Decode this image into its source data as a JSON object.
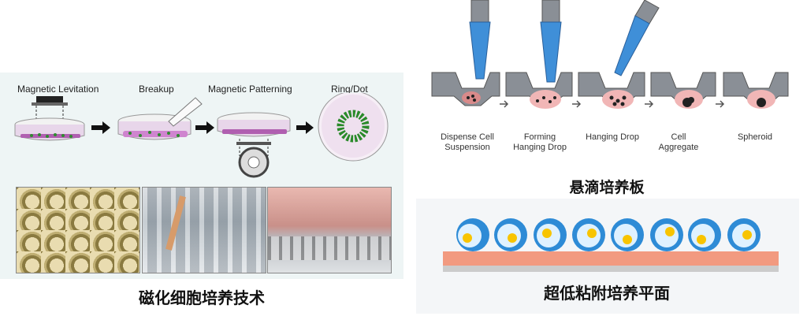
{
  "magnetic": {
    "steps": [
      "Magnetic Levitation",
      "Breakup",
      "Magnetic Patterning",
      "Ring/Dot"
    ],
    "caption": "磁化细胞培养技术"
  },
  "hanging": {
    "steps": [
      [
        "Dispense Cell",
        "Suspension"
      ],
      [
        "Forming",
        "Hanging Drop"
      ],
      [
        "Hanging Drop",
        ""
      ],
      [
        "Cell",
        "Aggregate"
      ],
      [
        "Spheroid",
        ""
      ]
    ],
    "caption": "悬滴培养板"
  },
  "ultralow": {
    "caption": "超低粘附培养平面"
  }
}
